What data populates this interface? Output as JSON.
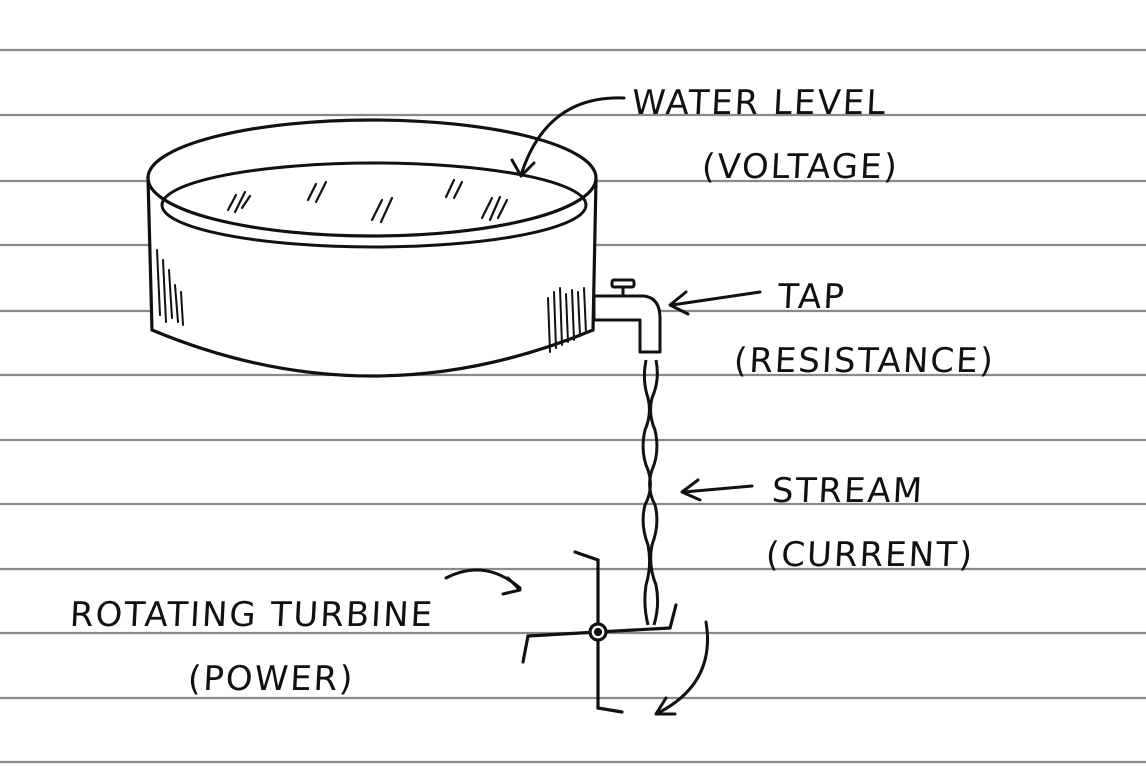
{
  "labels": {
    "water_level": "WATER LEVEL",
    "voltage": "(VOLTAGE)",
    "tap": "TAP",
    "resistance": "(RESISTANCE)",
    "stream": "STREAM",
    "current": "(CURRENT)",
    "turbine": "ROTATING TURBINE",
    "power": "(POWER)"
  },
  "colors": {
    "ink": "#111111",
    "ruled_line": "#8a8a8a",
    "paper": "#ffffff"
  }
}
